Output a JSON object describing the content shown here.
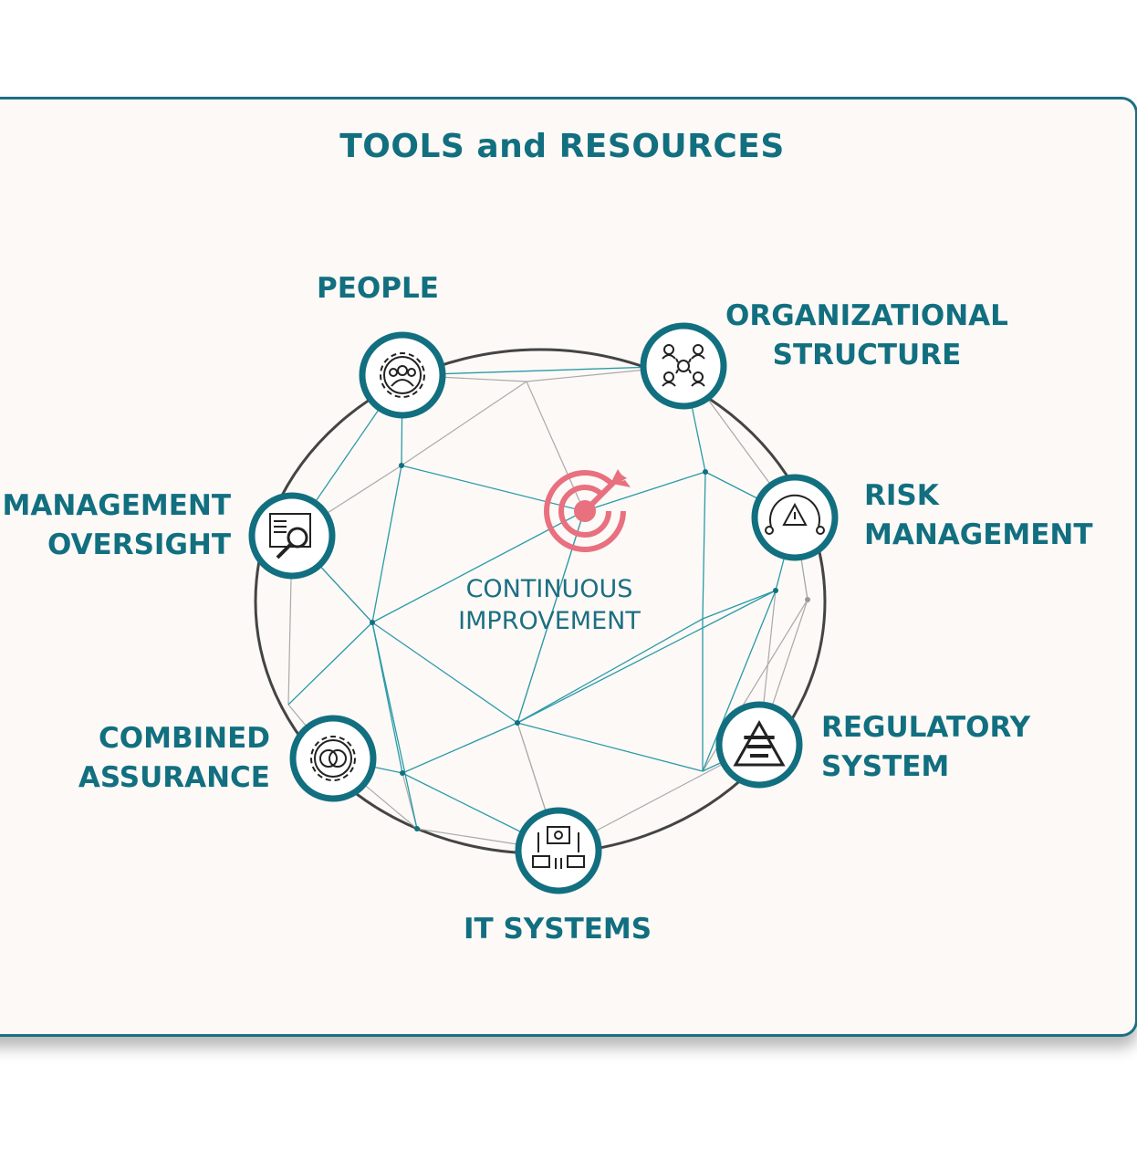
{
  "title": "TOOLS and RESOURCES",
  "center": {
    "line1": "CONTINUOUS",
    "line2": "IMPROVEMENT",
    "icon": "target-arrow-icon"
  },
  "nodes": [
    {
      "id": "people",
      "lines": [
        "PEOPLE"
      ],
      "icon": "gear-people-icon"
    },
    {
      "id": "org",
      "lines": [
        "ORGANIZATIONAL",
        "STRUCTURE"
      ],
      "icon": "org-chart-icon"
    },
    {
      "id": "risk",
      "lines": [
        "RISK",
        "MANAGEMENT"
      ],
      "icon": "risk-gauge-icon"
    },
    {
      "id": "reg",
      "lines": [
        "REGULATORY",
        "SYSTEM"
      ],
      "icon": "pyramid-icon"
    },
    {
      "id": "it",
      "lines": [
        "IT SYSTEMS"
      ],
      "icon": "computer-network-icon"
    },
    {
      "id": "combined",
      "lines": [
        "COMBINED",
        "ASSURANCE"
      ],
      "icon": "gear-rings-icon"
    },
    {
      "id": "mgmt",
      "lines": [
        "MANAGEMENT",
        "OVERSIGHT"
      ],
      "icon": "document-magnifier-icon"
    }
  ],
  "colors": {
    "teal": "#116f80",
    "accent": "#e8707f",
    "background": "#fcf9f6"
  }
}
